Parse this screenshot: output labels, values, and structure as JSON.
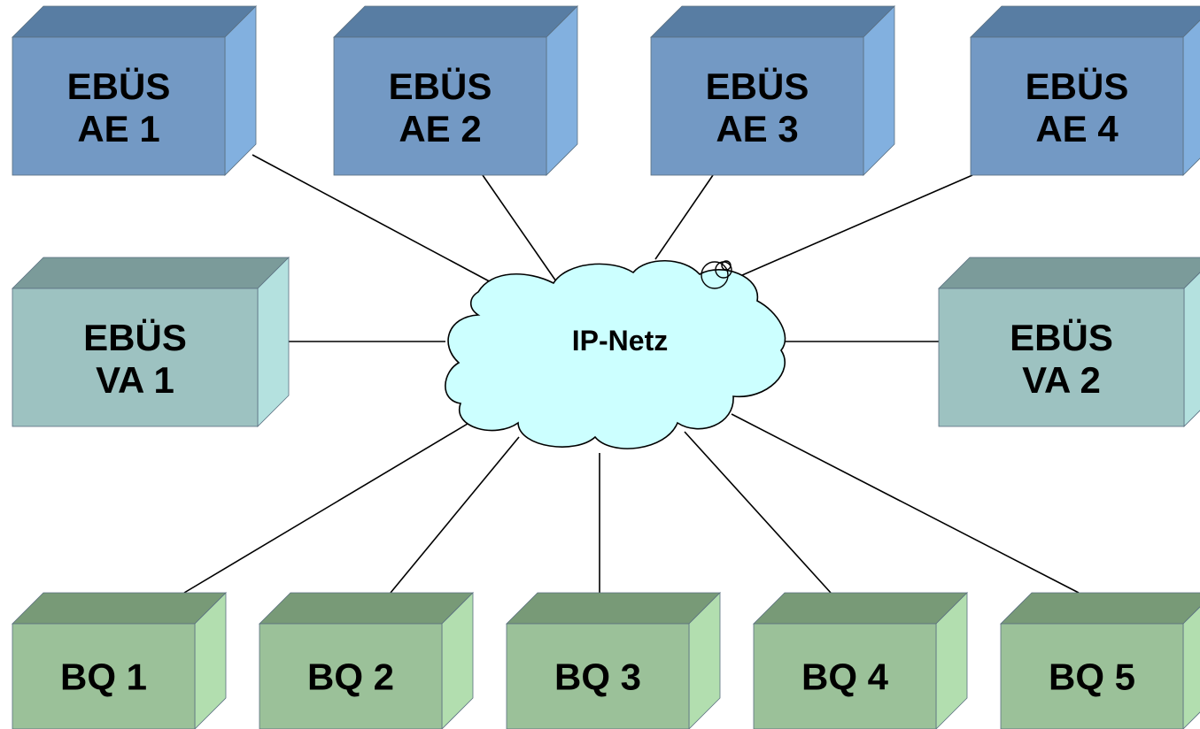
{
  "network": {
    "label": "IP-Netz",
    "fill": "#ccffff"
  },
  "groups": {
    "ae": {
      "colors": {
        "front": "#7399c4",
        "top": "#587da3",
        "side": "#82b0df"
      },
      "nodes": [
        {
          "line1": "EBÜS",
          "line2": "AE 1"
        },
        {
          "line1": "EBÜS",
          "line2": "AE 2"
        },
        {
          "line1": "EBÜS",
          "line2": "AE 3"
        },
        {
          "line1": "EBÜS",
          "line2": "AE 4"
        }
      ]
    },
    "va": {
      "colors": {
        "front": "#9dc2c1",
        "top": "#7b9b9a",
        "side": "#b4e1df"
      },
      "nodes": [
        {
          "line1": "EBÜS",
          "line2": "VA 1"
        },
        {
          "line1": "EBÜS",
          "line2": "VA 2"
        }
      ]
    },
    "bq": {
      "colors": {
        "front": "#9bc199",
        "top": "#789a77",
        "side": "#b2deaf"
      },
      "nodes": [
        {
          "line1": "BQ 1"
        },
        {
          "line1": "BQ 2"
        },
        {
          "line1": "BQ 3"
        },
        {
          "line1": "BQ 4"
        },
        {
          "line1": "BQ 5"
        }
      ]
    }
  }
}
